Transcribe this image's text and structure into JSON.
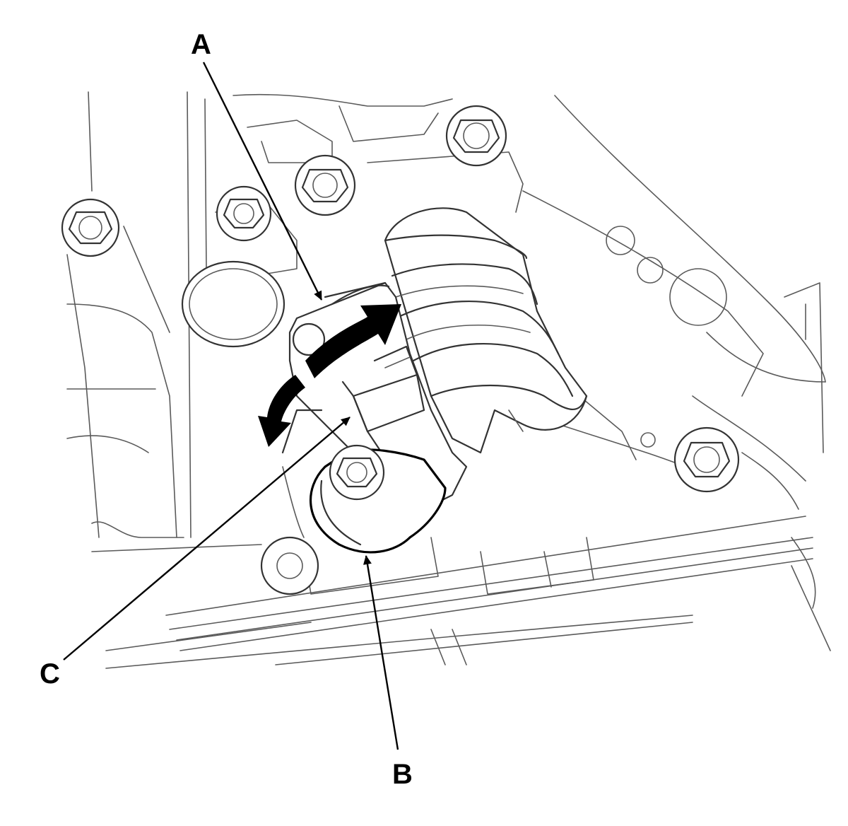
{
  "callouts": {
    "a": "A",
    "b": "B",
    "c": "C"
  },
  "colors": {
    "line": "#333333",
    "ink": "#000000",
    "background": "#ffffff"
  }
}
